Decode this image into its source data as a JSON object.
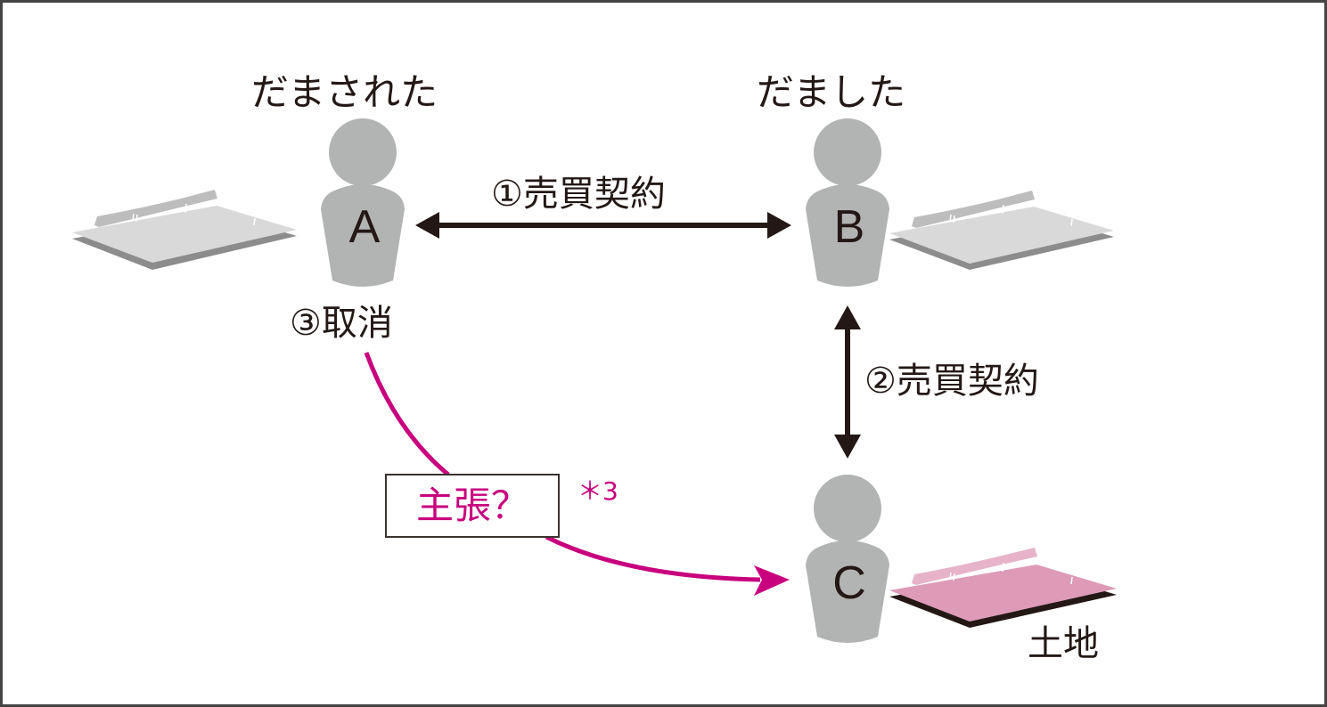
{
  "diagram": {
    "title": "",
    "colors": {
      "person": "#b2b4b3",
      "text": "#231815",
      "accent": "#c8007e",
      "land_gray": "#d9d9d9",
      "land_gray_shadow": "#8c8c8c",
      "land_pink": "#dd9bb8",
      "land_pink_shadow": "#231815",
      "border": "#444444"
    },
    "persons": [
      {
        "id": "A",
        "letter": "A",
        "role": "だまされた",
        "icon": "person-icon",
        "land": "gray"
      },
      {
        "id": "B",
        "letter": "B",
        "role": "だました",
        "icon": "person-icon",
        "land": "gray"
      },
      {
        "id": "C",
        "letter": "C",
        "role": "",
        "icon": "person-icon",
        "land": "pink"
      }
    ],
    "relations": [
      {
        "from": "A",
        "to": "B",
        "label": "①売買契約",
        "type": "bidirectional-arrow"
      },
      {
        "from": "B",
        "to": "C",
        "label": "②売買契約",
        "type": "bidirectional-arrow"
      }
    ],
    "cancellation": {
      "label": "③取消",
      "by": "A"
    },
    "claim": {
      "label": "主張？",
      "note": "＊3",
      "from": "A",
      "to": "C"
    },
    "land_label": "土地"
  }
}
